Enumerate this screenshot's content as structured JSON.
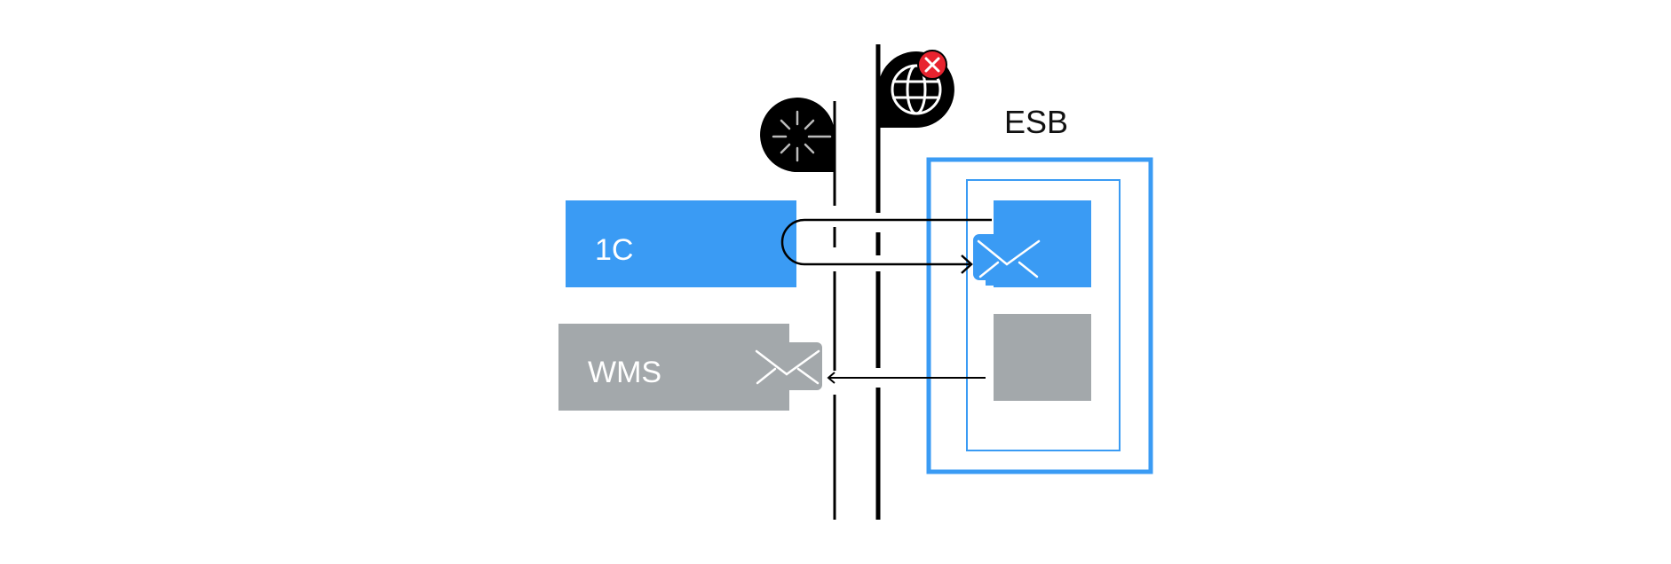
{
  "labels": {
    "esb": "ESB",
    "system_1c": "1C",
    "system_wms": "WMS"
  },
  "colors": {
    "blue": "#3a9bf4",
    "gray": "#a3a8ab",
    "black": "#000000",
    "error_red": "#e8232f",
    "white": "#ffffff"
  },
  "icons": {
    "loading": "spinner-icon",
    "network": "globe-icon",
    "error": "error-x-icon",
    "message": "envelope-icon"
  }
}
